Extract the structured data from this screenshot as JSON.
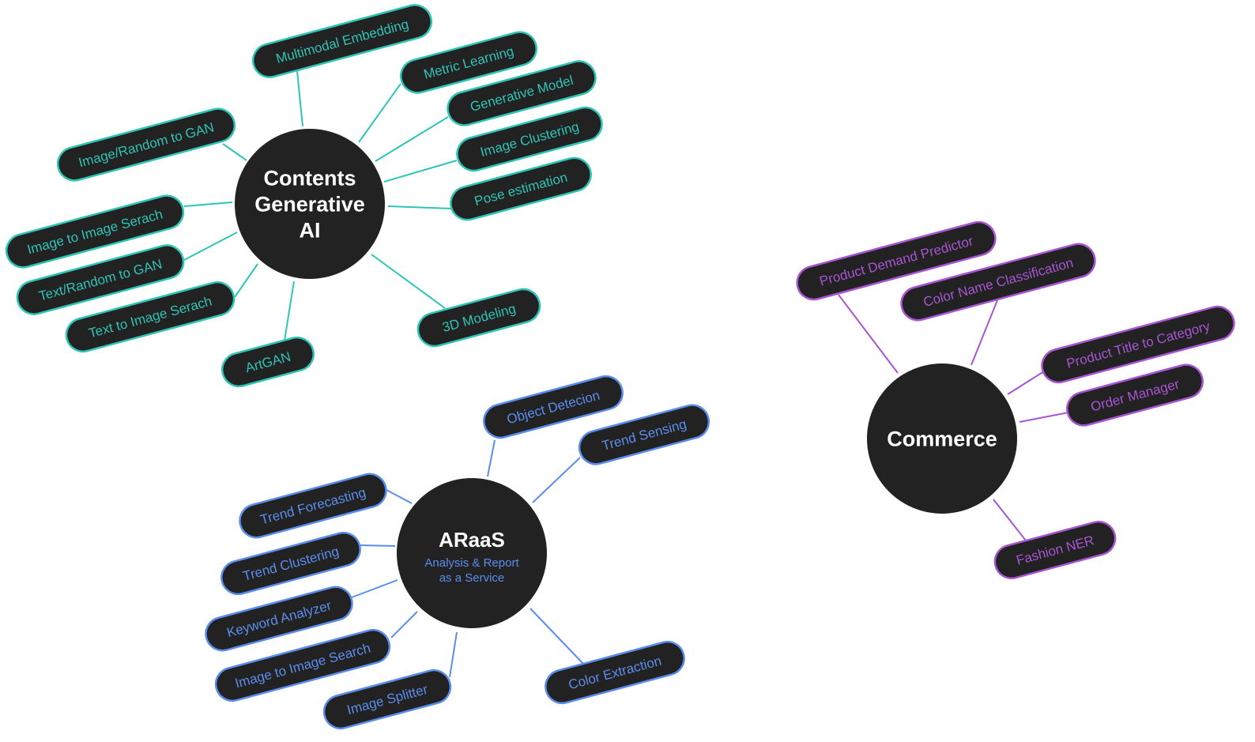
{
  "clusters": [
    {
      "id": "contents-generative-ai",
      "title_lines": [
        "Contents",
        "Generative",
        "AI"
      ],
      "subtitle_lines": [],
      "color": "#2EC4B6",
      "nodes": [
        "Multimodal Embedding",
        "Metric Learning",
        "Generative Model",
        "Image Clustering",
        "Pose estimation",
        "3D Modeling",
        "ArtGAN",
        "Text to Image Serach",
        "Text/Random to GAN",
        "Image to Image Serach",
        "Image/Random to GAN"
      ]
    },
    {
      "id": "araas",
      "title_lines": [
        "ARaaS"
      ],
      "subtitle_lines": [
        "Analysis & Report",
        "as a Service"
      ],
      "color": "#5B8DEF",
      "nodes": [
        "Object Detecion",
        "Trend Sensing",
        "Color Extraction",
        "Image Splitter",
        "Image to Image Search",
        "Keyword Analyzer",
        "Trend Clustering",
        "Trend Forecasting"
      ]
    },
    {
      "id": "commerce",
      "title_lines": [
        "Commerce"
      ],
      "subtitle_lines": [],
      "color": "#A855D4",
      "nodes": [
        "Product Demand Predictor",
        "Color Name Classification",
        "Product Title to Category",
        "Order Manager",
        "Fashion NER"
      ]
    }
  ],
  "style": {
    "node_fill": "#222222",
    "hub_fill": "#222222",
    "hub_text": "#ffffff"
  }
}
